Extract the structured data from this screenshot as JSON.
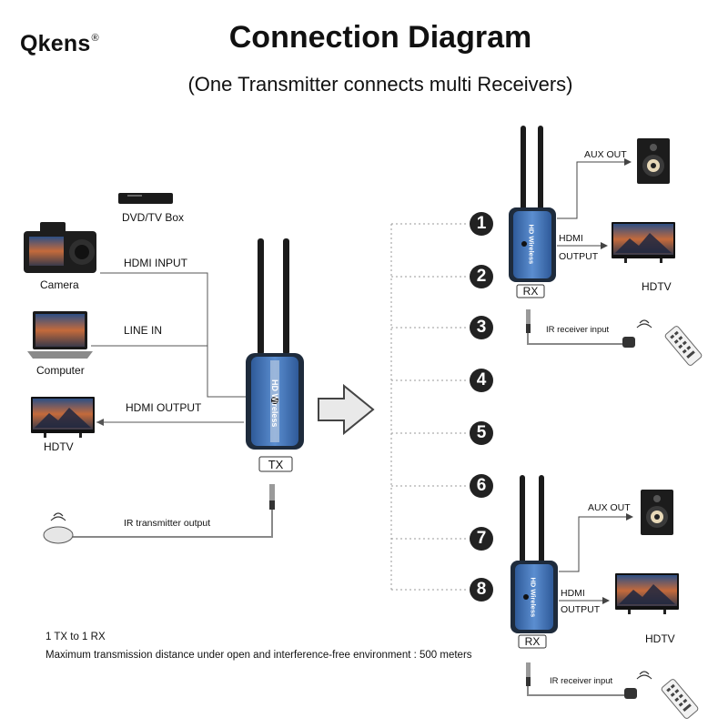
{
  "brand": {
    "name": "Qkens",
    "mark": "®"
  },
  "title": "Connection Diagram",
  "subtitle": "(One Transmitter connects multi Receivers)",
  "sources": {
    "dvd_label": "DVD/TV Box",
    "camera_label": "Camera",
    "computer_label": "Computer",
    "hdtv_label": "HDTV"
  },
  "links": {
    "hdmi_input": "HDMI INPUT",
    "line_in": "LINE IN",
    "hdmi_output": "HDMI OUTPUT",
    "ir_tx": "IR transmitter output"
  },
  "transmitter": {
    "label": "TX",
    "device_text": "HD Wireless"
  },
  "receivers": {
    "numbers": [
      "1",
      "2",
      "3",
      "4",
      "5",
      "6",
      "7",
      "8"
    ],
    "rx_label": "RX",
    "device_text": "HD Wireless",
    "aux_out": "AUX OUT",
    "hdmi_line1": "HDMI",
    "hdmi_line2": "OUTPUT",
    "hdtv_label": "HDTV",
    "ir_rx": "IR receiver input"
  },
  "notes": {
    "line1": "1 TX to 1 RX",
    "line2": "Maximum transmission distance under open and interference-free environment : 500 meters"
  },
  "colors": {
    "device_blue": "#3f6fb0",
    "device_dark": "#2a3b52",
    "line": "#555555"
  }
}
